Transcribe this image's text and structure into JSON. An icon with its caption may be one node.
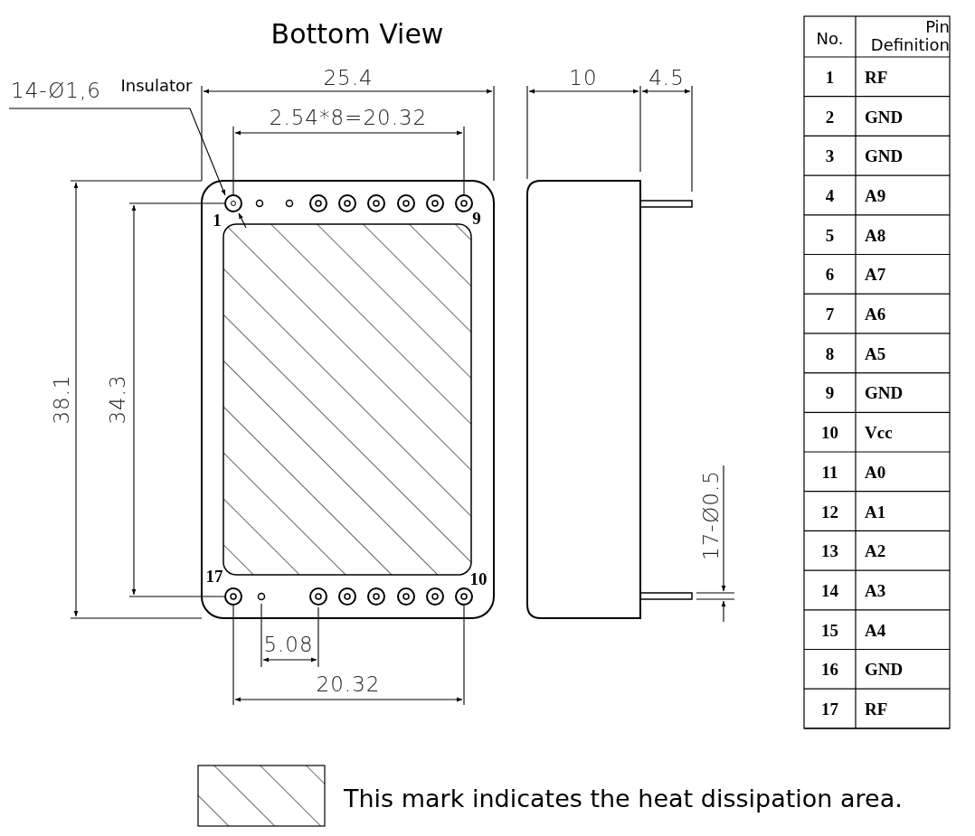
{
  "diagram": {
    "title": "Bottom View",
    "nodes": [
      {
        "text": [
          "14-Ø1,6"
        ]
      },
      {
        "text": [],
        "shape": "circle"
      }
    ],
    "edges": [
      {
        "from": 0,
        "to": 1,
        "arrow": "to"
      }
    ],
    "labels": [
      "Insulator",
      "25.4",
      "2.54*8=20.32",
      "38.1",
      "34.3",
      "1",
      "9",
      "17",
      "10",
      "5.08",
      "20.32",
      "10",
      "4.5",
      "17-Ø0.5",
      "No.",
      "Pin Definition",
      "1",
      "RF",
      "2",
      "GND",
      "3",
      "GND",
      "4",
      "A9",
      "5",
      "A8",
      "6",
      "A7",
      "7",
      "A6",
      "8",
      "A5",
      "9",
      "GND",
      "10",
      "Vcc",
      "11",
      "A0",
      "12",
      "A1",
      "13",
      "A2",
      "14",
      "A3",
      "15",
      "A4",
      "16",
      "GND",
      "17",
      "RF"
    ],
    "legend": [
      {
        "text": "This mark indicates the heat dissipation area."
      }
    ]
  }
}
